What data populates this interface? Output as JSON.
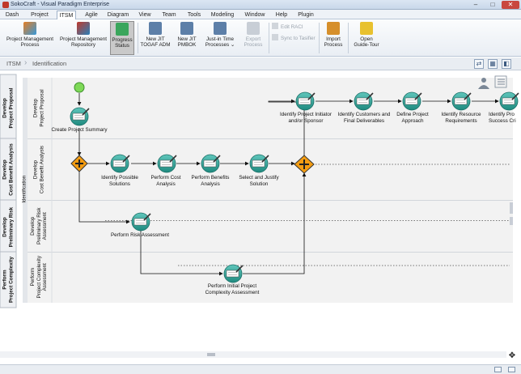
{
  "window": {
    "title": "SokoCraft - Visual Paradigm Enterprise",
    "min": "–",
    "max": "□",
    "close": "✕"
  },
  "menu": [
    "Dash",
    "Project",
    "ITSM",
    "Agile",
    "Diagram",
    "View",
    "Team",
    "Tools",
    "Modeling",
    "Window",
    "Help",
    "Plugin"
  ],
  "menu_active": "ITSM",
  "ribbon": {
    "buttons": [
      {
        "id": "pm-process",
        "label": [
          "Project Management",
          "Process"
        ]
      },
      {
        "id": "pm-repo",
        "label": [
          "Project Management",
          "Repository"
        ]
      },
      {
        "id": "progress",
        "label": [
          "Progress",
          "Status"
        ]
      },
      {
        "id": "togaf",
        "label": [
          "New JIT",
          "TOGAF ADM"
        ]
      },
      {
        "id": "pmbok",
        "label": [
          "New JIT",
          "PMBOK"
        ]
      },
      {
        "id": "jit-proc",
        "label": [
          "Just-in Time",
          "Processes ⌄"
        ]
      },
      {
        "id": "export",
        "label": [
          "Export",
          "Process"
        ]
      },
      {
        "id": "import",
        "label": [
          "Import",
          "Process"
        ]
      },
      {
        "id": "tour",
        "label": [
          "Open",
          "Guide-Tour"
        ]
      }
    ],
    "small": [
      "Edit RACI",
      "Sync to Tasifier"
    ]
  },
  "breadcrumb": [
    "ITSM",
    "Identification"
  ],
  "diagram": {
    "pool_label": "Identification",
    "lanes": [
      {
        "outer": [
          "Develop",
          "Project Proposal"
        ],
        "inner": [
          "Develop",
          "Project Proposal"
        ]
      },
      {
        "outer": [
          "Develop",
          "Cost Benefit Analysis"
        ],
        "inner": [
          "Develop",
          "Cost Benefit Analysis"
        ]
      },
      {
        "outer": [
          "Develop",
          "Preliminary Risk"
        ],
        "inner": [
          "Develop",
          "Preliminary Risk",
          "Assessment"
        ]
      },
      {
        "outer": [
          "Perform",
          "Project Complexity"
        ],
        "inner": [
          "Perform",
          "Project Complexity",
          "Assessment"
        ]
      }
    ],
    "tasks": [
      {
        "id": "t1",
        "label": [
          "Create Project Summary"
        ]
      },
      {
        "id": "t2",
        "label": [
          "Identify Possible",
          "Solutions"
        ]
      },
      {
        "id": "t3",
        "label": [
          "Perform Cost",
          "Analysis"
        ]
      },
      {
        "id": "t4",
        "label": [
          "Perform Benefits",
          "Analysis"
        ]
      },
      {
        "id": "t5",
        "label": [
          "Select and Justify",
          "Solution"
        ]
      },
      {
        "id": "t6",
        "label": [
          "Perform Risk Assessment"
        ]
      },
      {
        "id": "t7",
        "label": [
          "Perform Initial Project",
          "Complexity Assessment"
        ]
      },
      {
        "id": "t8",
        "label": [
          "Identify Project Initiator",
          "and/or Sponsor"
        ]
      },
      {
        "id": "t9",
        "label": [
          "Identify Customers and",
          "Final Deliverables"
        ]
      },
      {
        "id": "t10",
        "label": [
          "Define Project",
          "Approach"
        ]
      },
      {
        "id": "t11",
        "label": [
          "Identify Resource",
          "Requirements"
        ]
      },
      {
        "id": "t12",
        "label": [
          "Identify Pro",
          "Success Cri"
        ]
      }
    ]
  },
  "colors": {
    "task_fill": "#2e9e92",
    "gateway": "#f39c12",
    "start_event": "#7ed957",
    "lane_bg": "#f2f2f2"
  }
}
